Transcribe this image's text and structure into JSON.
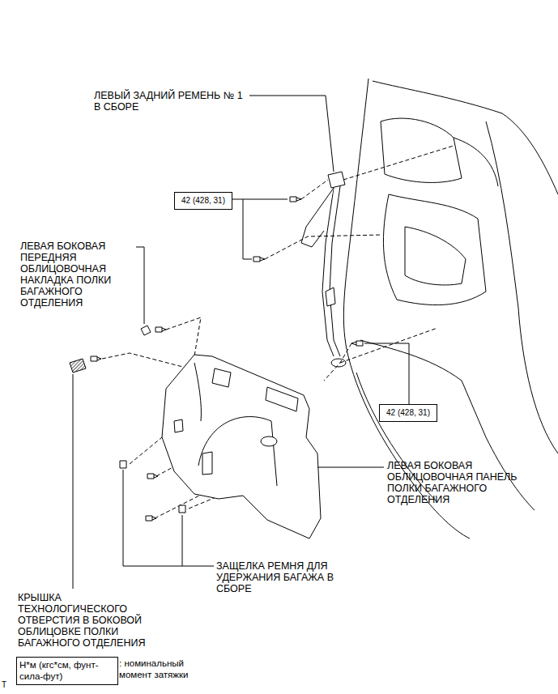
{
  "diagram": {
    "nodes": [
      {
        "text": [
          "42 (428, 31)"
        ]
      },
      {
        "text": [
          "42 (428, 31)"
        ]
      },
      {
        "text": [
          "Н*м (кгс*см, фунт-сила-фут)"
        ]
      }
    ],
    "labels": [
      "ЛЕВЫЙ ЗАДНИЙ РЕМЕНЬ № 1 В СБОРЕ",
      "ЛЕВАЯ БОКОВАЯ ПЕРЕДНЯЯ ОБЛИЦОВОЧНАЯ НАКЛАДКА ПОЛКИ БАГАЖНОГО ОТДЕЛЕНИЯ",
      "ЛЕВАЯ БОКОВАЯ ОБЛИЦОВОЧНАЯ ПАНЕЛЬ ПОЛКИ БАГАЖНОГО ОТДЕЛЕНИЯ",
      "ЗАЩЕЛКА РЕМНЯ ДЛЯ УДЕРЖАНИЯ БАГАЖА В СБОРЕ",
      "КРЫШКА ТЕХНОЛОГИЧЕСКОГО ОТВЕРСТИЯ В БОКОВОЙ ОБЛИЦОВКЕ ПОЛКИ БАГАЖНОГО ОТДЕЛЕНИЯ",
      ": номинальный момент затяжки",
      "T"
    ]
  }
}
